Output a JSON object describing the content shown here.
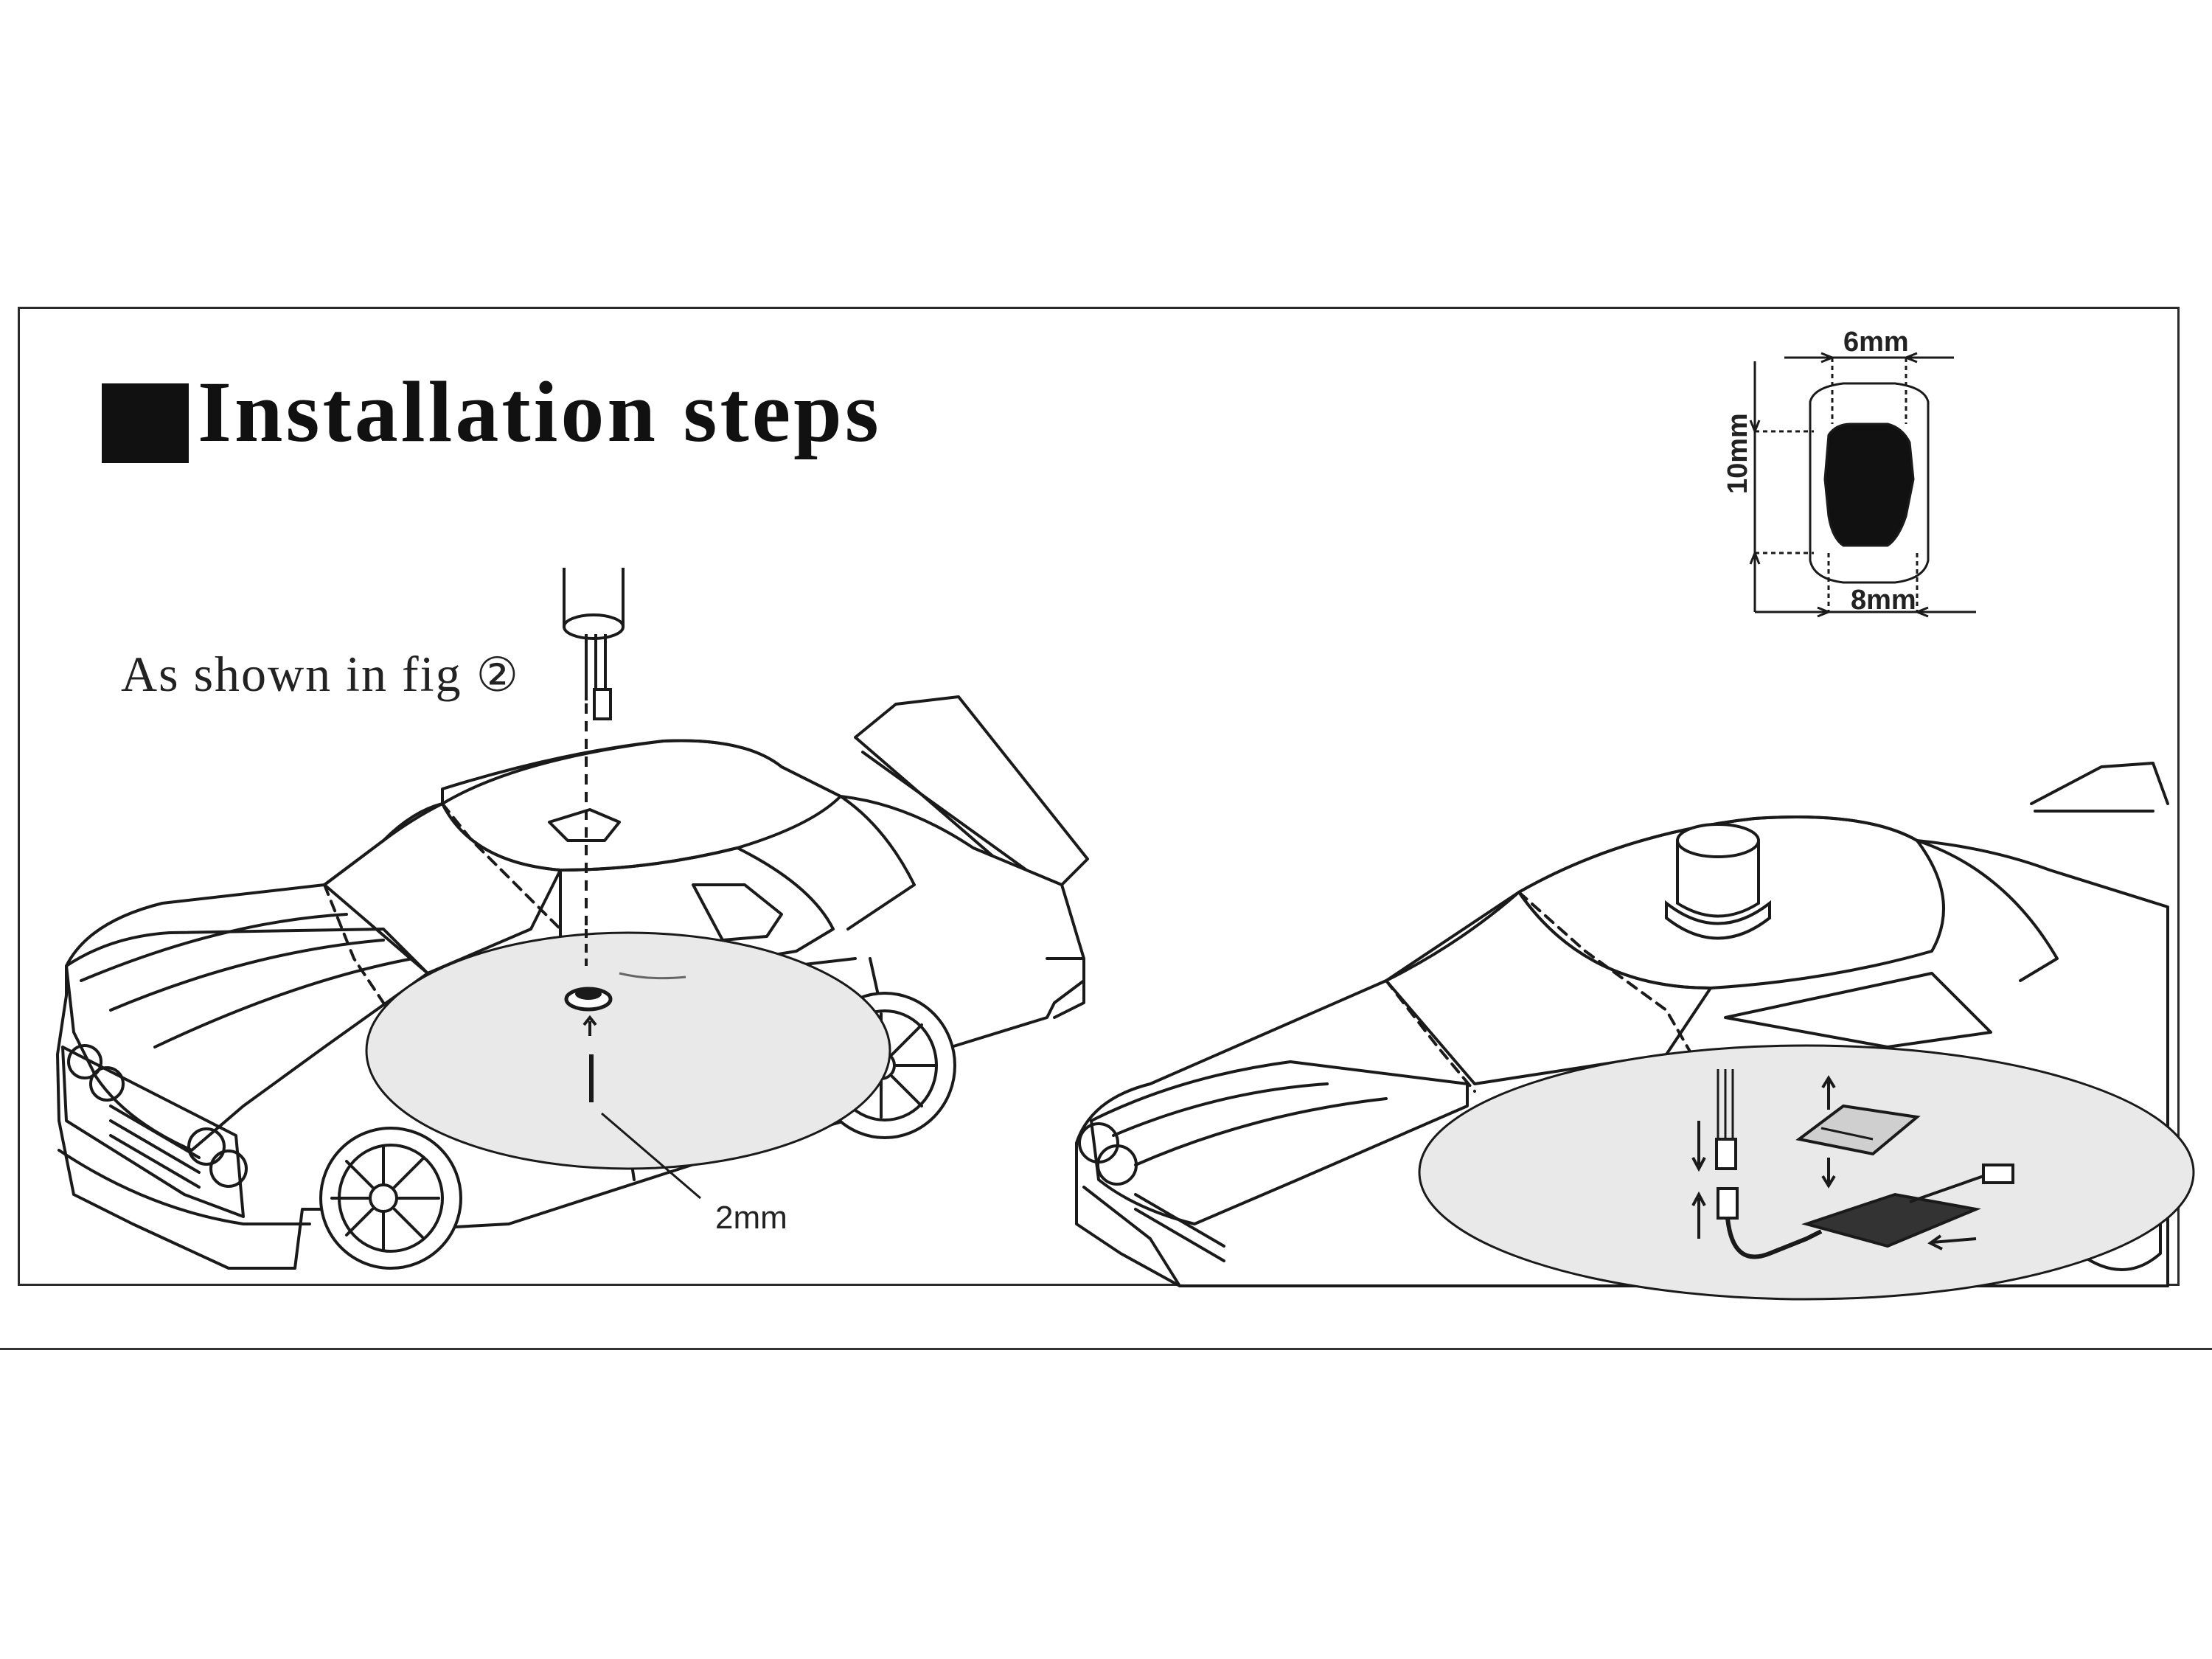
{
  "title": "Installation steps",
  "subtitle": {
    "text": "As shown in fig",
    "figure_number": "②"
  },
  "callouts": {
    "screw_size": "2mm"
  },
  "dimension_diagram": {
    "top_width": "6mm",
    "height": "10mm",
    "bottom_width": "8mm"
  }
}
